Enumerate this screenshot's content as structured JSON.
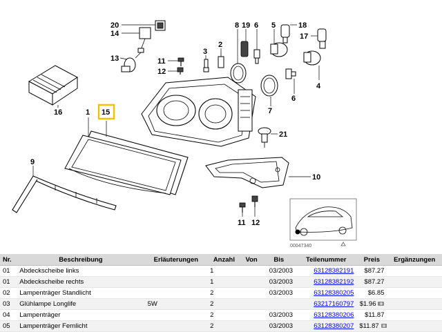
{
  "diagram": {
    "callouts": [
      "20",
      "14",
      "13",
      "11",
      "12",
      "3",
      "2",
      "8",
      "19",
      "6",
      "5",
      "18",
      "17",
      "4",
      "16",
      "1",
      "15",
      "9",
      "7",
      "21",
      "10",
      "11",
      "12",
      "6"
    ],
    "highlighted_callout": "15",
    "image_code": "00047340",
    "highlight_color": "#f2c200"
  },
  "table": {
    "headers": {
      "nr": "Nr.",
      "beschreibung": "Beschreibung",
      "erlaeuterungen": "Erläuterungen",
      "anzahl": "Anzahl",
      "von": "Von",
      "bis": "Bis",
      "teilenummer": "Teilenummer",
      "preis": "Preis",
      "ergaenzungen": "Ergänzungen"
    },
    "rows": [
      {
        "nr": "01",
        "beschreibung": "Abdeckscheibe links",
        "erlaeuterungen": "",
        "anzahl": "1",
        "von": "",
        "bis": "03/2003",
        "teilenummer": "63128382191",
        "preis": "$87.27",
        "photo": false
      },
      {
        "nr": "01",
        "beschreibung": "Abdeckscheibe rechts",
        "erlaeuterungen": "",
        "anzahl": "1",
        "von": "",
        "bis": "03/2003",
        "teilenummer": "63128382192",
        "preis": "$87.27",
        "photo": false
      },
      {
        "nr": "02",
        "beschreibung": "Lampenträger Standlicht",
        "erlaeuterungen": "",
        "anzahl": "2",
        "von": "",
        "bis": "03/2003",
        "teilenummer": "63128380205",
        "preis": "$6.85",
        "photo": false
      },
      {
        "nr": "03",
        "beschreibung": "Glühlampe Longlife",
        "erlaeuterungen": "5W",
        "anzahl": "2",
        "von": "",
        "bis": "",
        "teilenummer": "63217160797",
        "preis": "$1.96",
        "photo": true
      },
      {
        "nr": "04",
        "beschreibung": "Lampenträger",
        "erlaeuterungen": "",
        "anzahl": "2",
        "von": "",
        "bis": "03/2003",
        "teilenummer": "63128380206",
        "preis": "$11.87",
        "photo": false
      },
      {
        "nr": "05",
        "beschreibung": "Lampenträger Fernlicht",
        "erlaeuterungen": "",
        "anzahl": "2",
        "von": "",
        "bis": "03/2003",
        "teilenummer": "63128380207",
        "preis": "$11.87",
        "photo": true
      }
    ]
  }
}
